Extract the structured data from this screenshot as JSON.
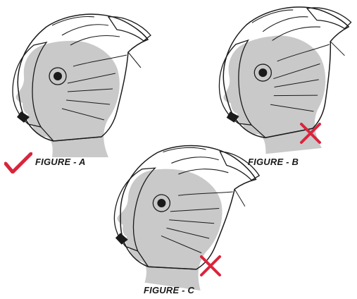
{
  "figures": [
    {
      "id": "A",
      "caption": "FIGURE - A",
      "verdict": "correct"
    },
    {
      "id": "B",
      "caption": "FIGURE - B",
      "verdict": "incorrect"
    },
    {
      "id": "C",
      "caption": "FIGURE - C",
      "verdict": "incorrect"
    }
  ],
  "colors": {
    "head": "#c9c9c9",
    "line": "#1a1a1a",
    "check": "#d7263d",
    "cross": "#d7263d"
  },
  "icons": {
    "correct": "checkmark-icon",
    "incorrect": "cross-icon"
  }
}
